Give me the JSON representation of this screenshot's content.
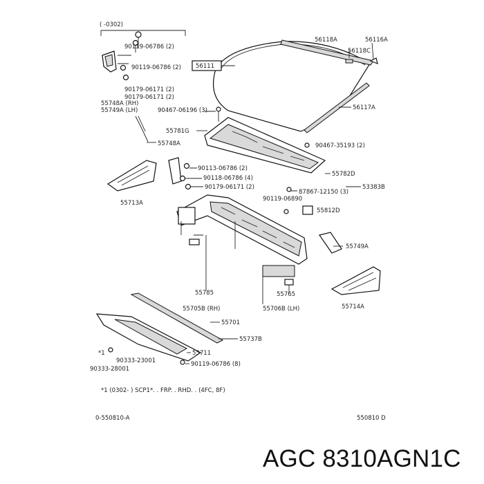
{
  "diagram": {
    "labels": {
      "bracket_top": "(      -0302)",
      "windshield": "56111",
      "molding_upper": "56118A",
      "molding_upper_b": "56116A",
      "clip_56118c": "56118C",
      "molding_side": "56117A",
      "bolt_90119_1": "90119-06786 (2)",
      "bolt_90119_2": "90119-06786 (2)",
      "nut_90179_1": "90179-06171 (2)",
      "nut_90179_2": "90179-06171 (2)",
      "hinge_rh": "55748A (RH)",
      "hinge_lh": "55749A (LH)",
      "clip_90467_left": "90467-06196 (3)",
      "cowl_top": "55781G",
      "bracket_55748a": "55748A",
      "bolt_90113": "90113-06786 (2)",
      "bolt_90118": "90118-06786 (4)",
      "nut_90179_3": "90179-06171 (2)",
      "clip_90467_right": "90467-35193 (2)",
      "cowl_panel": "55782D",
      "screw_87867": "87867-12150 (3)",
      "cover_53383b": "53383B",
      "bolt_90119_3": "90119-06890",
      "bracket_55812d": "55812D",
      "reinf_55713a": "55713A",
      "reinf_55749a": "55749A",
      "part_55785": "55785",
      "part_55765": "55765",
      "cowl_side_rh": "55705B (RH)",
      "cowl_side_lh": "55706B (LH)",
      "reinf_55714a": "55714A",
      "seal_55701": "55701",
      "panel_55737b": "55737B",
      "panel_55711": "55711",
      "bolt_90119_4": "90119-06786 (8)",
      "mark_81": "*1",
      "bolt_90333": "90333-23001",
      "bolt_90333_b": "90333-28001",
      "footnote": "*1 (0302-      ) SCP1*. . FRP. . RHD. . (4FC, 8F)",
      "code_left": "0-550810-A",
      "code_right": "550810 D"
    }
  },
  "caption": "AGC 8310AGN1C"
}
